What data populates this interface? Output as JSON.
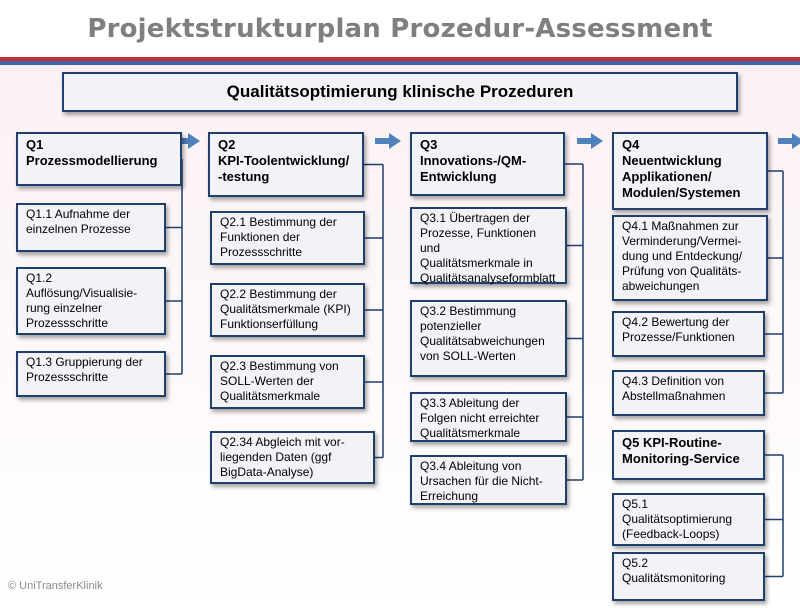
{
  "title": "Projektstrukturplan Prozedur-Assessment",
  "main_node": "Qualitätsoptimierung klinische Prozeduren",
  "copyright": "© UniTransferKlinik",
  "colors": {
    "border": "#1f3f6c",
    "arrow": "#4f81bd",
    "title": "#7f7f7f",
    "stripe_red": "#c0303a",
    "stripe_blue": "#3d63a6"
  },
  "columns": [
    {
      "head": [
        "Q1",
        "Prozessmodellierung"
      ],
      "items": [
        [
          "Q1.1 Aufnahme der",
          "einzelnen Prozesse"
        ],
        [
          "Q1.2",
          "Auflösung/Visualisie-",
          "rung einzelner",
          "Prozessschritte"
        ],
        [
          "Q1.3 Gruppierung der",
          "Prozessschritte"
        ]
      ]
    },
    {
      "head": [
        "Q2",
        "KPI-Toolentwicklung/",
        "-testung"
      ],
      "items": [
        [
          "Q2.1 Bestimmung der",
          "Funktionen der",
          "Prozessschritte"
        ],
        [
          "Q2.2 Bestimmung der",
          "Qualitätsmerkmale (KPI)",
          "Funktionserfüllung"
        ],
        [
          "Q2.3 Bestimmung von",
          "SOLL-Werten der",
          "Qualitätsmerkmale"
        ],
        [
          "Q2.34 Abgleich mit vor-",
          "liegenden Daten (ggf",
          "BigData-Analyse)"
        ]
      ]
    },
    {
      "head": [
        "Q3",
        "Innovations-/QM-",
        "Entwicklung"
      ],
      "items": [
        [
          "Q3.1 Übertragen der",
          "Prozesse, Funktionen und",
          "Qualitätsmerkmale in",
          "Qualitätsanalyseformblatt"
        ],
        [
          "Q3.2 Bestimmung",
          "potenzieller",
          "Qualitätsabweichungen",
          "von SOLL-Werten"
        ],
        [
          "Q3.3 Ableitung der",
          "Folgen nicht erreichter",
          "Qualitätsmerkmale"
        ],
        [
          "Q3.4  Ableitung von",
          "Ursachen für die Nicht-",
          "Erreichung"
        ]
      ]
    },
    {
      "head": [
        "Q4",
        "Neuentwicklung",
        "Applikationen/",
        "Modulen/Systemen"
      ],
      "items": [
        [
          "Q4.1 Maßnahmen zur",
          "Verminderung/Vermei-",
          "dung und Entdeckung/",
          "Prüfung von Qualitäts-",
          "abweichungen"
        ],
        [
          "Q4.2 Bewertung der",
          "Prozesse/Funktionen"
        ],
        [
          "Q4.3 Definition von",
          "Abstellmaßnahmen"
        ]
      ]
    },
    {
      "head": [
        "Q5 KPI-Routine-",
        "Monitoring-Service"
      ],
      "items": [
        [
          "Q5.1",
          "Qualitätsoptimierung",
          "(Feedback-Loops)"
        ],
        [
          "Q5.2",
          "Qualitätsmonitoring"
        ]
      ]
    }
  ]
}
